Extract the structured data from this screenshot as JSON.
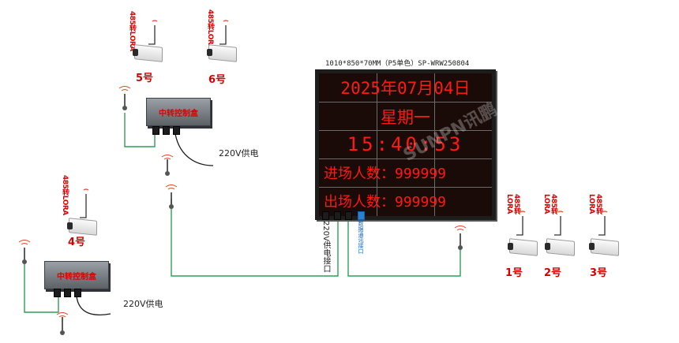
{
  "screen": {
    "spec_line": "1010*850*70MM（P5单色）SP-WRW250804",
    "rows": [
      "2025年07月04日",
      "星期一",
      "15:40:53",
      "进场人数：999999",
      "出场人数：999999"
    ],
    "watermark": "SUNPN讯鹏"
  },
  "ports": {
    "power_port_label": "220V供电接口",
    "com_port_label": "数据通讯接口"
  },
  "cameras": [
    {
      "id": "cam-5",
      "label": "5号",
      "module": "485转LORA"
    },
    {
      "id": "cam-6",
      "label": "6号",
      "module": "485转LORA"
    },
    {
      "id": "cam-4",
      "label": "4号",
      "module": "485转LORA"
    },
    {
      "id": "cam-1",
      "label": "1号",
      "module": "485转LORA"
    },
    {
      "id": "cam-2",
      "label": "2号",
      "module": "485转LORA"
    },
    {
      "id": "cam-3",
      "label": "3号",
      "module": "485转LORA"
    }
  ],
  "relay_boxes": [
    {
      "label": "中转控制盒",
      "power": "220V供电"
    },
    {
      "label": "中转控制盒",
      "power": "220V供电"
    }
  ],
  "colors": {
    "led_text": "#ff1a12",
    "label_red": "#d40000",
    "wire_green": "#2e9e55"
  }
}
